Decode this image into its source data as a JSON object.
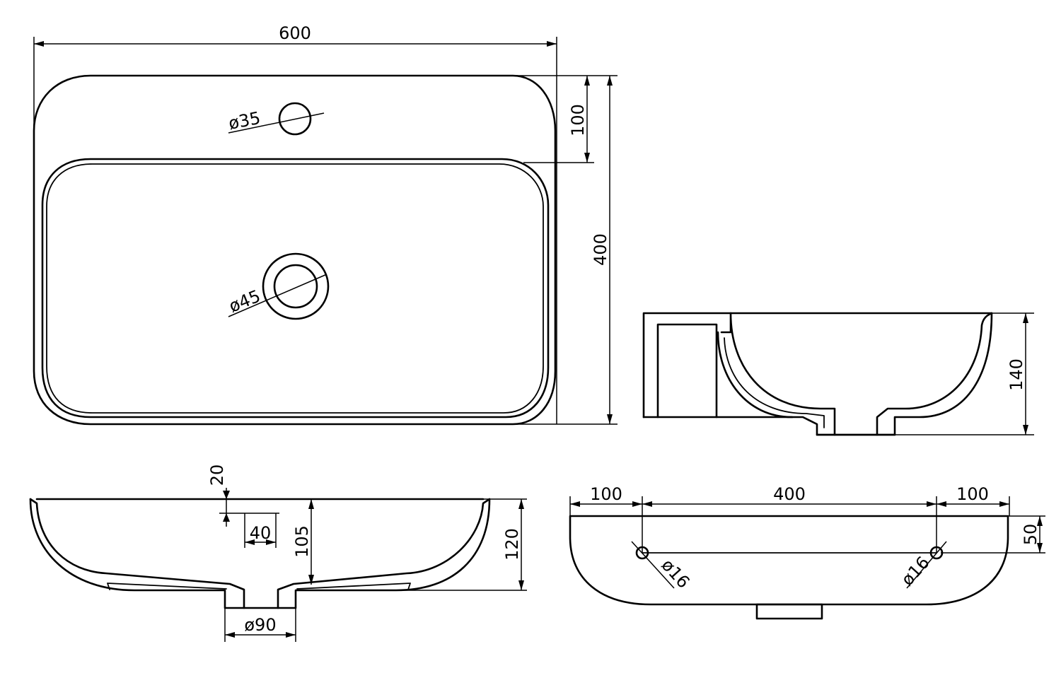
{
  "drawing": {
    "top_view": {
      "width_label": "600",
      "depth_label": "400",
      "deck_label": "100",
      "tap_hole_label": "ø35",
      "drain_label": "ø45"
    },
    "side_view": {
      "height_label": "140"
    },
    "front_section": {
      "rim_label": "20",
      "wall_label": "40",
      "inner_depth_label": "105",
      "total_height_label": "120",
      "waste_label": "ø90"
    },
    "back_view": {
      "left_label": "100",
      "center_label": "400",
      "right_label": "100",
      "offset_label": "50",
      "left_hole_label": "ø16",
      "right_hole_label": "ø16"
    }
  }
}
